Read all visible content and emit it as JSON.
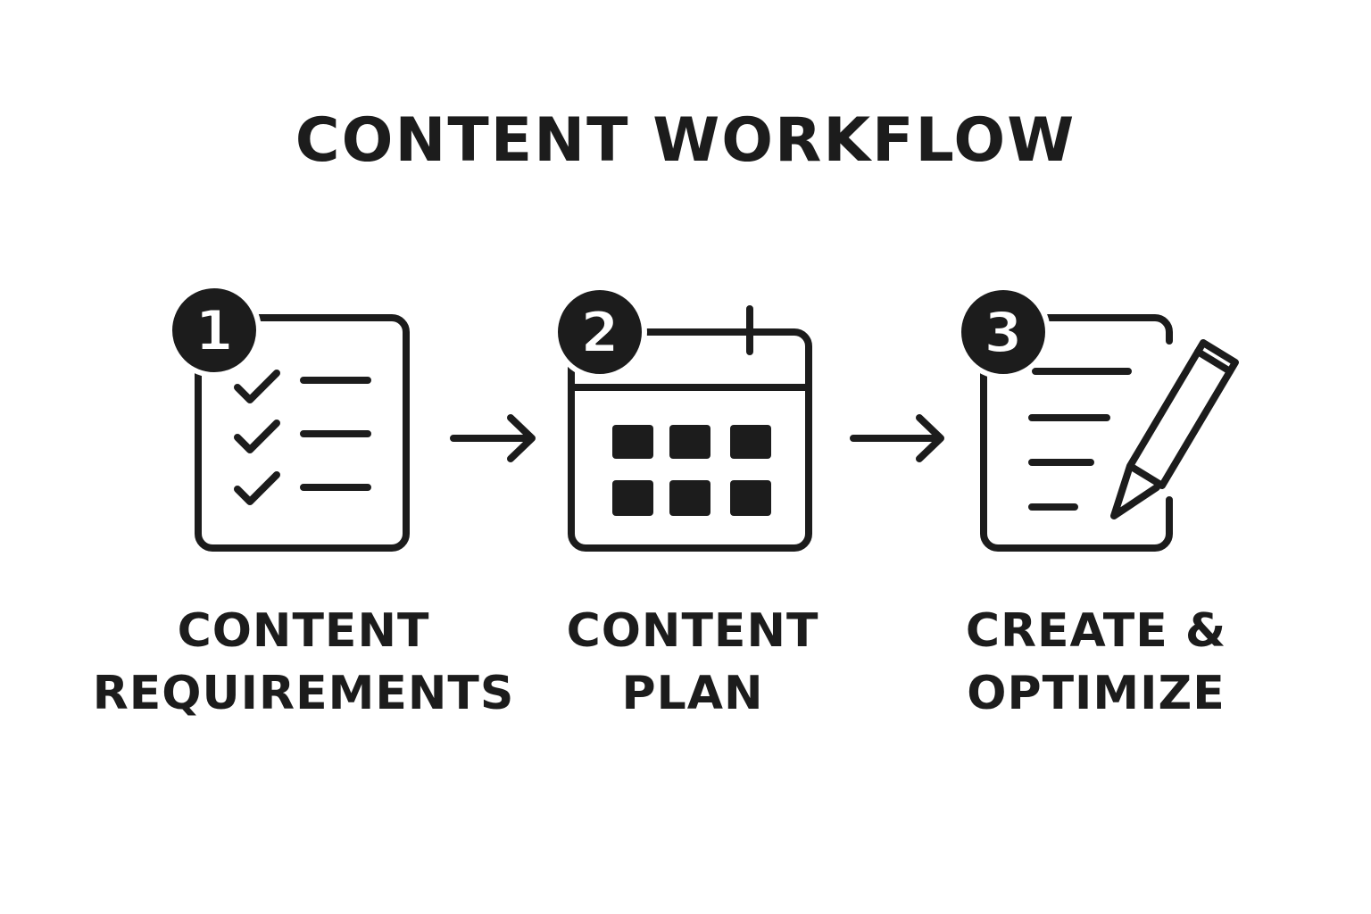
{
  "title": "CONTENT WORKFLOW",
  "steps": [
    {
      "number": "1",
      "line1": "CONTENT",
      "line2": "REQUIREMENTS"
    },
    {
      "number": "2",
      "line1": "CONTENT",
      "line2": "PLAN"
    },
    {
      "number": "3",
      "line1": "CREATE &",
      "line2": "OPTIMIZE"
    }
  ]
}
